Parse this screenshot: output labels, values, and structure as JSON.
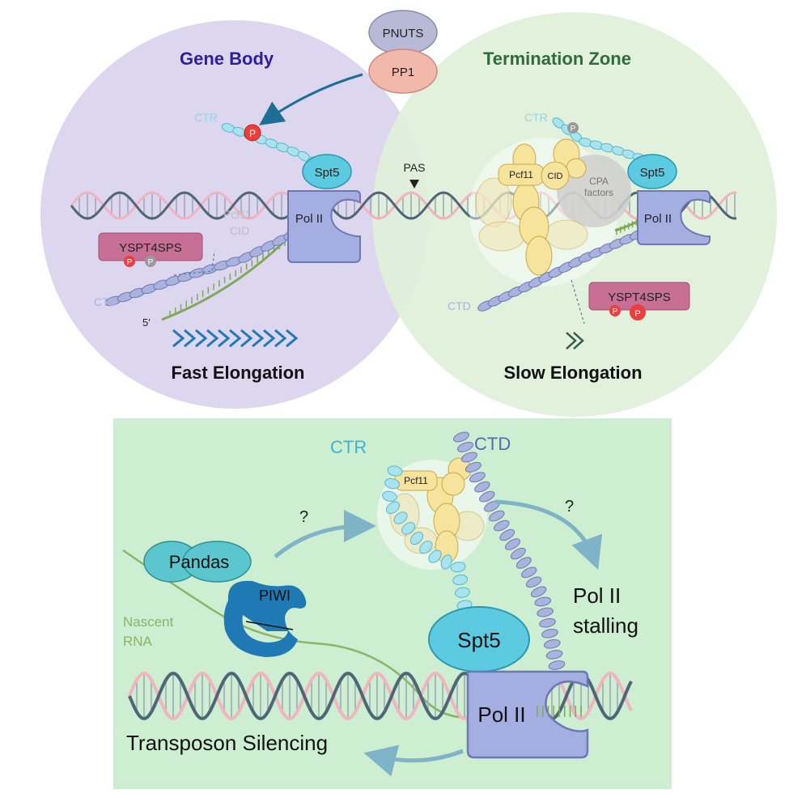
{
  "colors": {
    "gene_body_bg": "#dcd6ef",
    "termination_bg": "#dff0da",
    "bottom_panel_bg": "#cdeed0",
    "gene_body_title": "#2d1f9c",
    "termination_title": "#2f6b3e",
    "pol2": "#a4aee0",
    "spt5": "#5ccae0",
    "pcf11": "#f6e39c",
    "ctd_bead": "#a9b3de",
    "ctr_bead": "#a9e3ee",
    "phospho": "#ee3d3d",
    "piwi": "#1f79b5",
    "pandas": "#5bc6cd",
    "arrow": "#7fb3c7"
  },
  "top": {
    "pnuts": "PNUTS",
    "pp1": "PP1",
    "gene_body_title": "Gene Body",
    "termination_title": "Termination Zone",
    "pas": "PAS",
    "left": {
      "ctr": "CTR",
      "ctd": "CTD",
      "spt5": "Spt5",
      "pol2": "Pol II",
      "pcf11": "Pcf11",
      "cid": "CID",
      "yspt": "YSPT4SPS",
      "p": "P",
      "five_prime": "5′",
      "caption": "Fast Elongation"
    },
    "right": {
      "ctr": "CTR",
      "ctd": "CTD",
      "spt5": "Spt5",
      "pol2": "Pol II",
      "pcf11": "Pcf11",
      "cid": "CID",
      "cpa": "CPA",
      "factors": "factors",
      "yspt": "YSPT4SPS",
      "p": "P",
      "caption": "Slow Elongation"
    }
  },
  "bottom": {
    "ctr": "CTR",
    "ctd": "CTD",
    "pcf11": "Pcf11",
    "question": "?",
    "pandas": "Pandas",
    "piwi": "PIWI",
    "nascent": "Nascent",
    "rna": "RNA",
    "spt5": "Spt5",
    "pol2": "Pol II",
    "stall_1": "Pol II",
    "stall_2": "stalling",
    "silencing": "Transposon Silencing"
  }
}
